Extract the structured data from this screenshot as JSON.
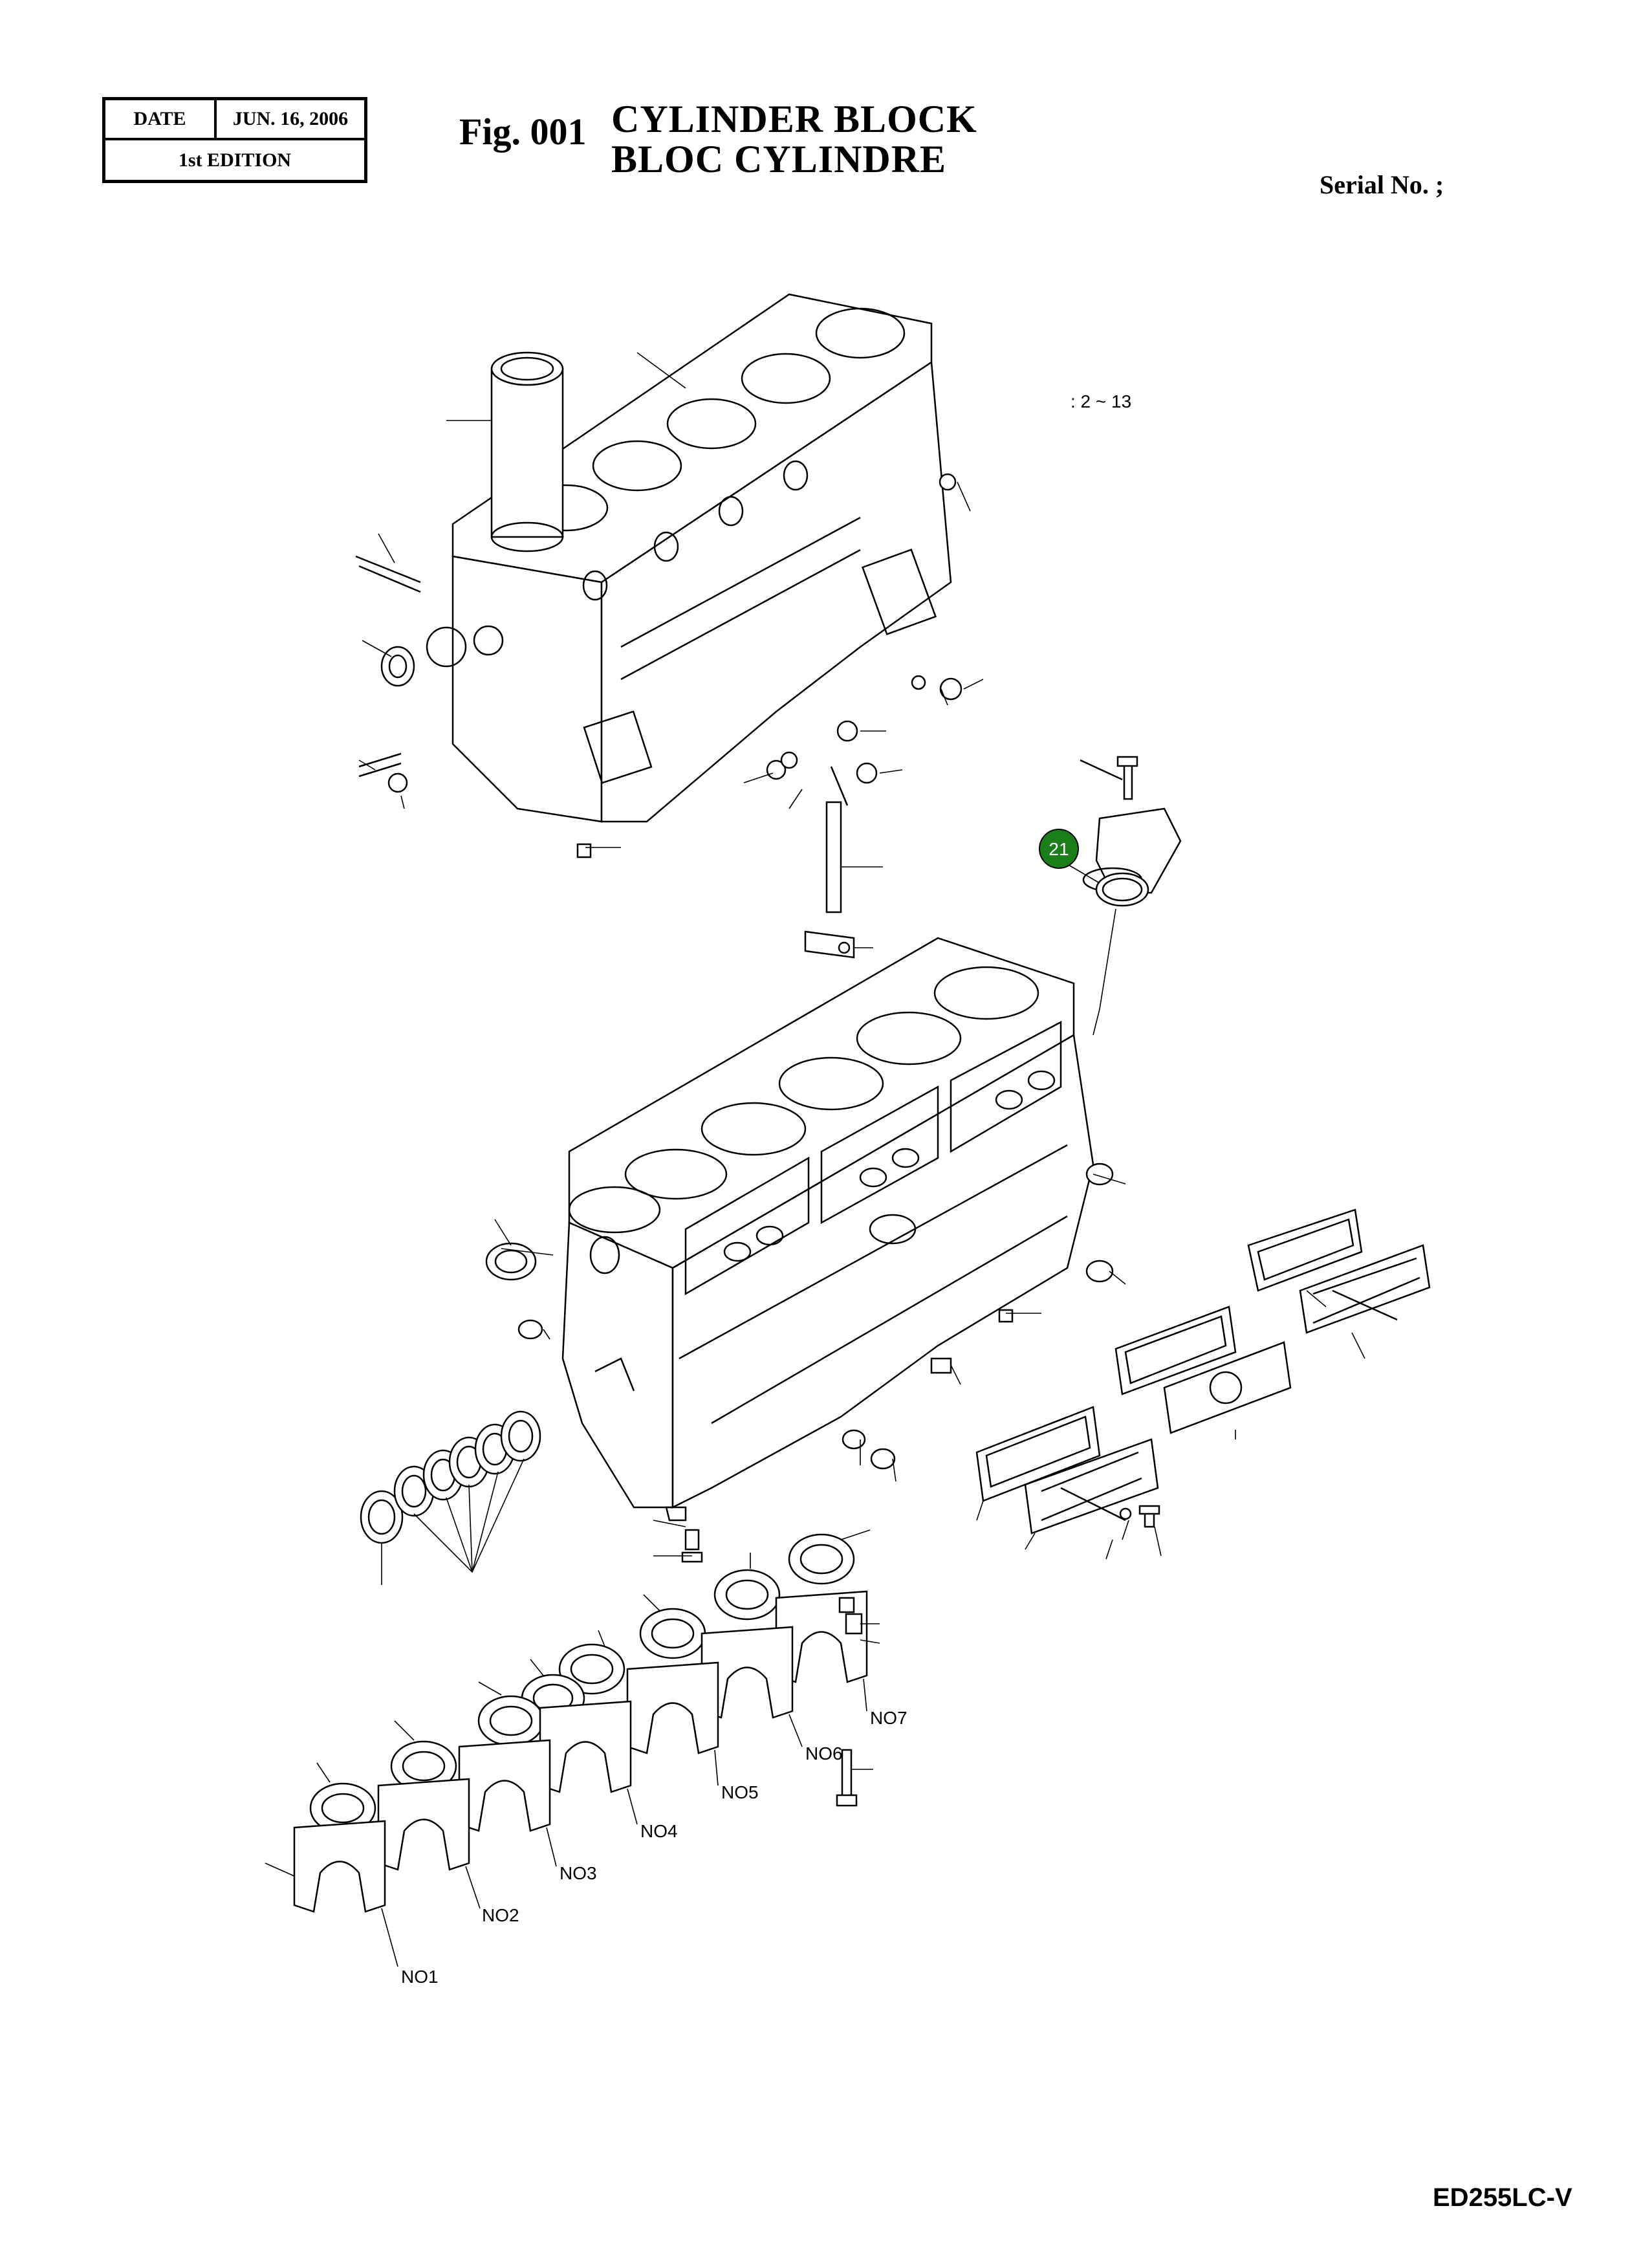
{
  "header": {
    "date_label": "DATE",
    "date_value": "JUN. 16, 2006",
    "edition": "1st EDITION",
    "fig_label": "Fig. 001",
    "title_en": "CYLINDER BLOCK",
    "title_fr": "BLOC CYLINDRE",
    "serial_label": "Serial No. ;"
  },
  "diagram": {
    "range_note": ": 2 ~ 13",
    "callout": "21",
    "callout_color": "#1a7f1a",
    "bearing_labels": [
      "NO1",
      "NO2",
      "NO3",
      "NO4",
      "NO5",
      "NO6",
      "NO7"
    ]
  },
  "footer": {
    "model": "ED255LC-V"
  }
}
